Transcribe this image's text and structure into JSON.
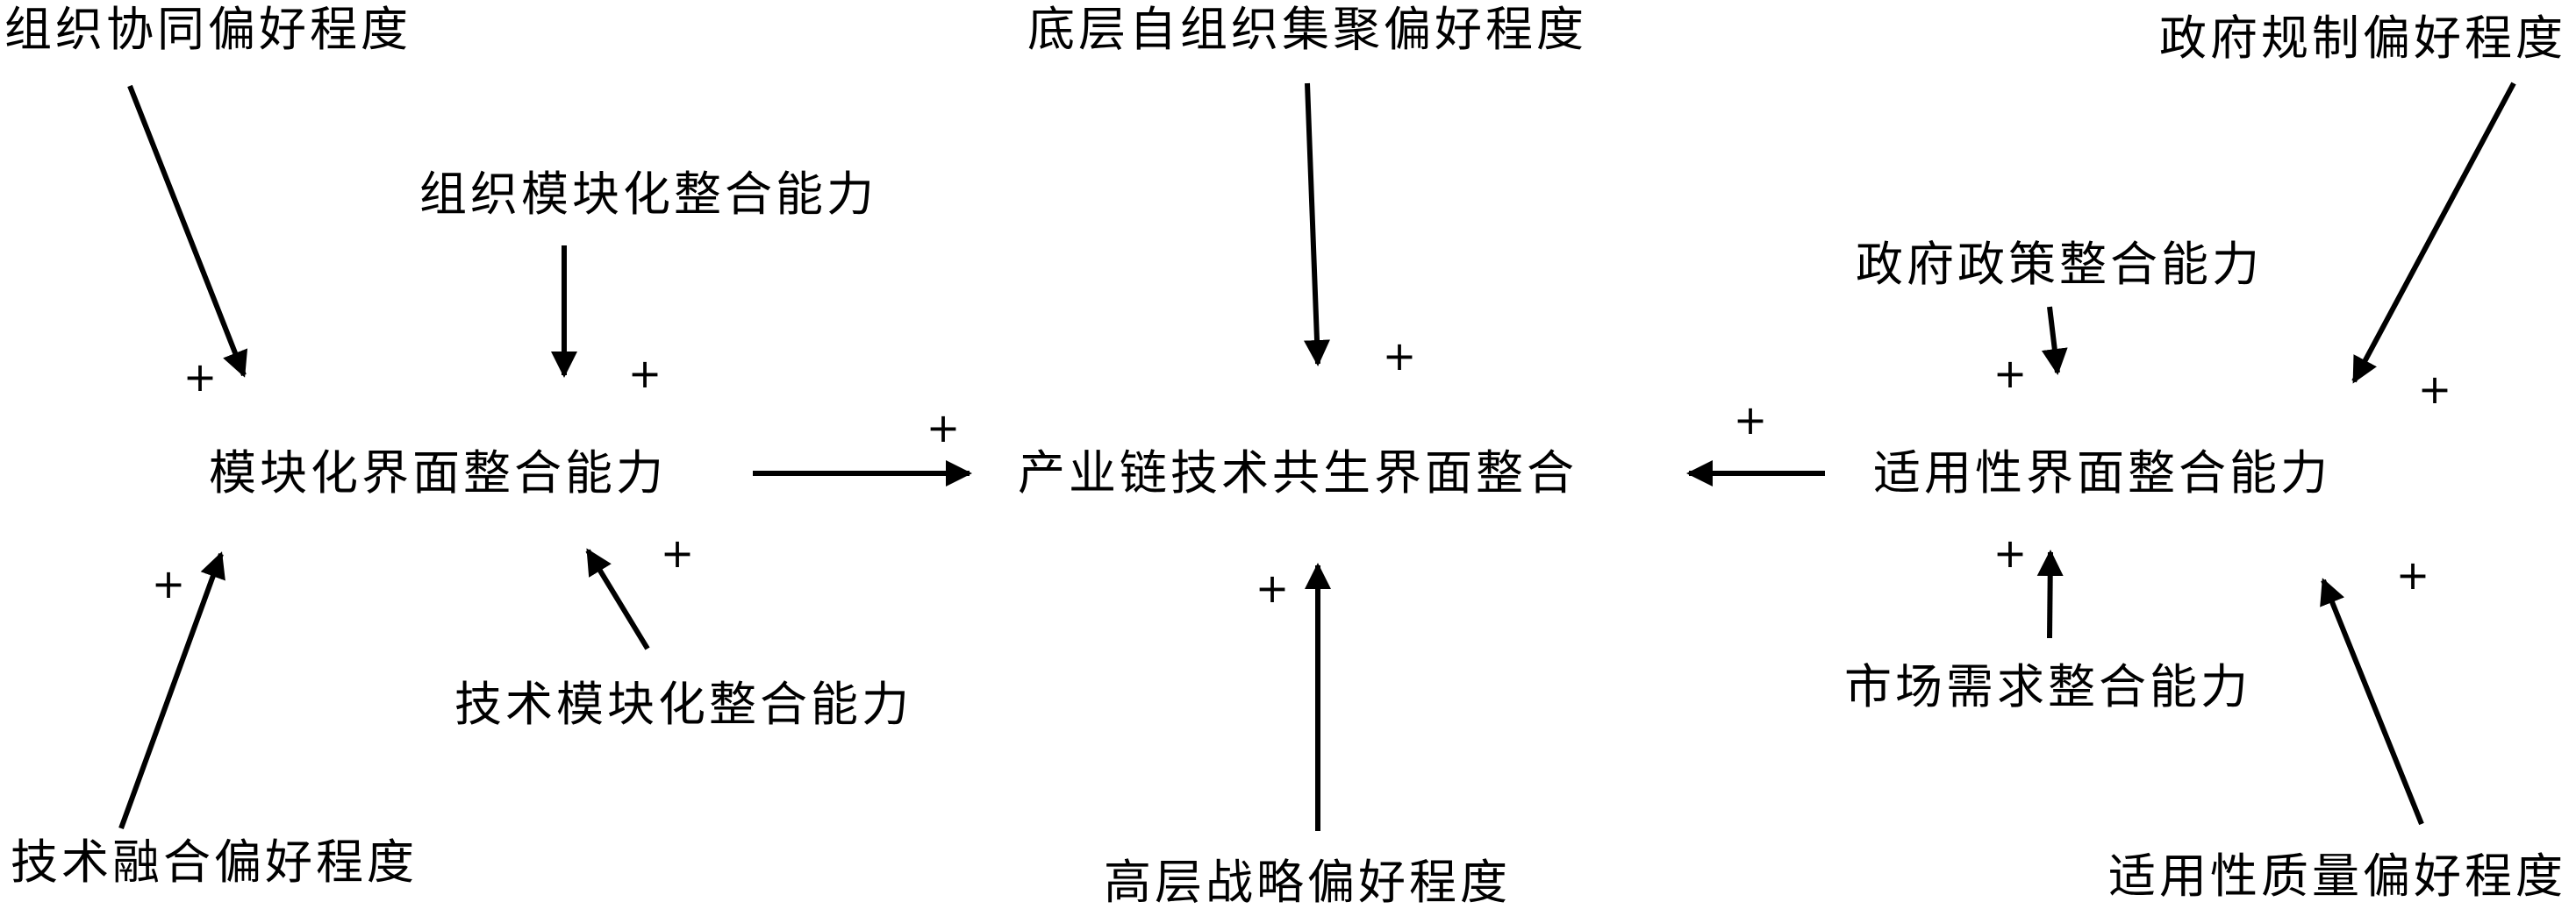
{
  "nodes": {
    "org_synergy_pref": "组织协同偏好程度",
    "bottom_self_org_pref": "底层自组织集聚偏好程度",
    "gov_regulation_pref": "政府规制偏好程度",
    "org_modular_integration": "组织模块化整合能力",
    "gov_policy_integration": "政府政策整合能力",
    "modular_interface_integration": "模块化界面整合能力",
    "industry_chain_symbiosis": "产业链技术共生界面整合",
    "applicable_interface_integration": "适用性界面整合能力",
    "tech_modular_integration": "技术模块化整合能力",
    "market_demand_integration": "市场需求整合能力",
    "tech_fusion_pref": "技术融合偏好程度",
    "top_strategy_pref": "高层战略偏好程度",
    "applicable_quality_pref": "适用性质量偏好程度"
  },
  "polarity_sign": "+"
}
